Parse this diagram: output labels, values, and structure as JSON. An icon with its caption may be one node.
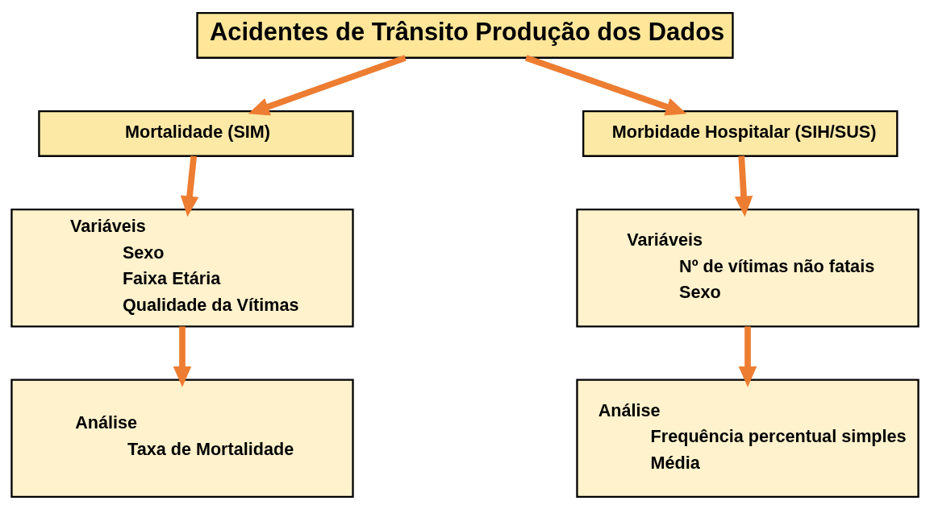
{
  "diagram": {
    "nodes": [
      {
        "text": [
          "Acidentes de Trânsito Produção dos Dados"
        ]
      },
      {
        "text": [
          "Mortalidade (SIM)"
        ]
      },
      {
        "text": [
          "Morbidade Hospitalar (SIH/SUS)"
        ]
      },
      {
        "text": [
          "Variáveis",
          "Sexo",
          "Faixa Etária",
          "Qualidade da Vítimas"
        ]
      },
      {
        "text": [
          "Variáveis",
          "Nº de vítimas não fatais",
          "Sexo"
        ]
      },
      {
        "text": [
          "Análise",
          "Taxa de Mortalidade"
        ]
      },
      {
        "text": [
          "Análise",
          "Frequência percentual simples",
          "Média"
        ]
      }
    ],
    "edges": [
      {
        "from": 0,
        "to": 1,
        "arrow": "to"
      },
      {
        "from": 0,
        "to": 2,
        "arrow": "to"
      },
      {
        "from": 1,
        "to": 3,
        "arrow": "to"
      },
      {
        "from": 2,
        "to": 4,
        "arrow": "to"
      },
      {
        "from": 3,
        "to": 5,
        "arrow": "to"
      },
      {
        "from": 4,
        "to": 6,
        "arrow": "to"
      }
    ]
  }
}
